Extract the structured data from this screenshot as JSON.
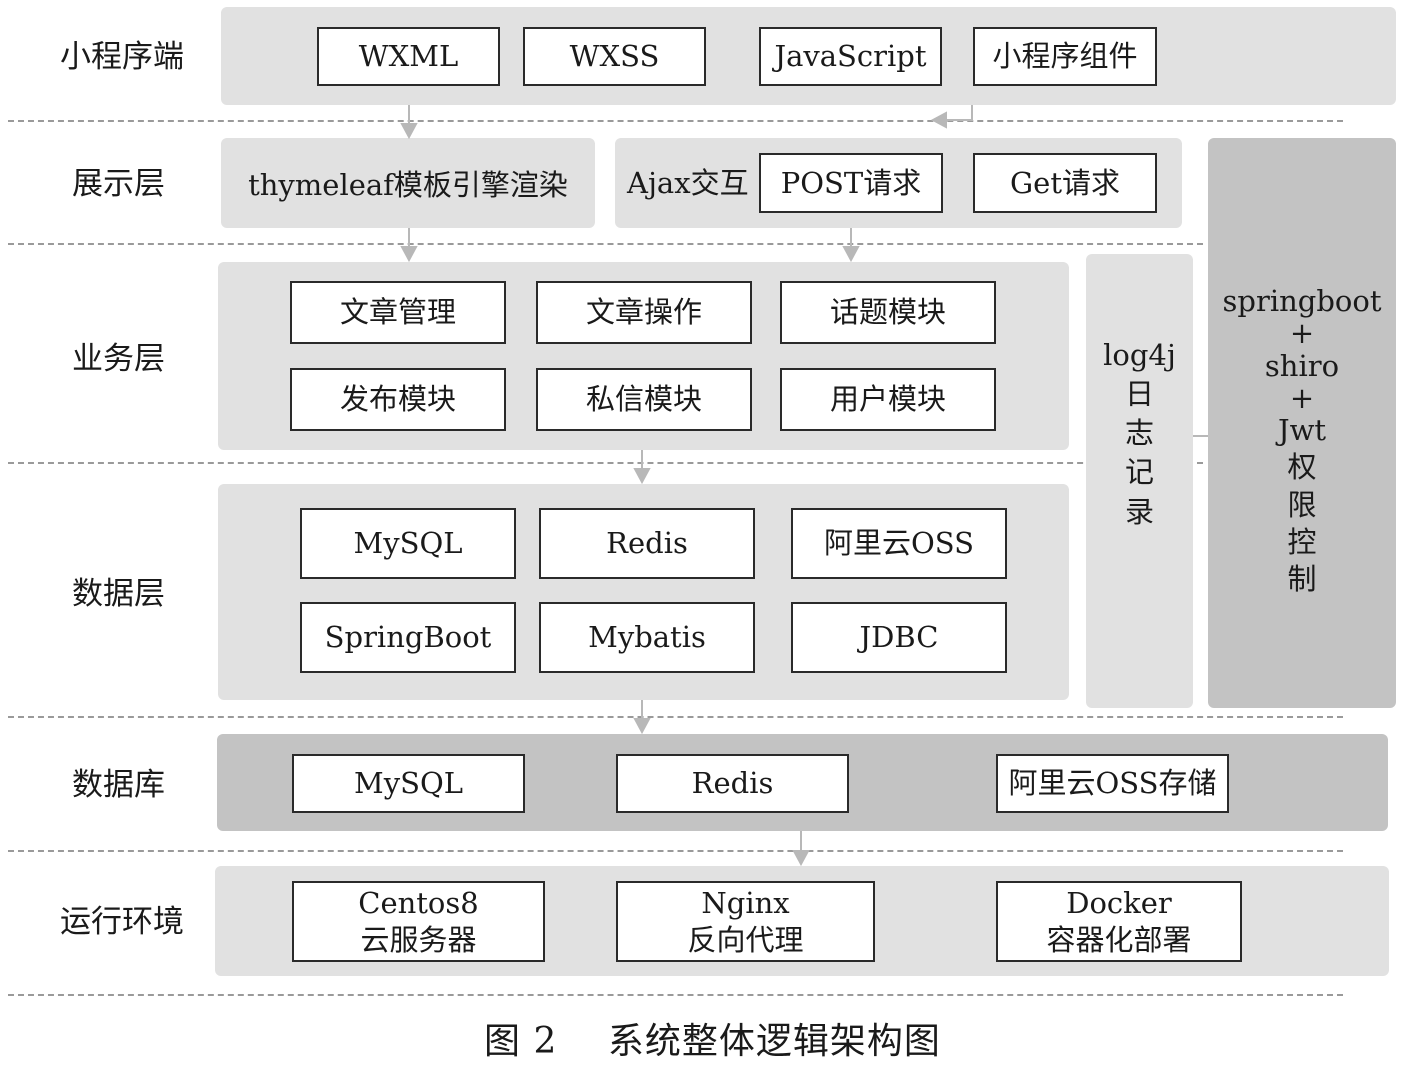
{
  "layers": {
    "mini": {
      "label": "小程序端",
      "items": [
        "WXML",
        "WXSS",
        "JavaScript",
        "小程序组件"
      ]
    },
    "display": {
      "label": "展示层",
      "engine": "thymeleaf模板引擎渲染",
      "ajax": "Ajax交互",
      "post": "POST请求",
      "get": "Get请求"
    },
    "business": {
      "label": "业务层",
      "items": [
        "文章管理",
        "文章操作",
        "话题模块",
        "发布模块",
        "私信模块",
        "用户模块"
      ]
    },
    "data": {
      "label": "数据层",
      "items": [
        "MySQL",
        "Redis",
        "阿里云OSS",
        "SpringBoot",
        "Mybatis",
        "JDBC"
      ]
    },
    "database": {
      "label": "数据库",
      "items": [
        "MySQL",
        "Redis",
        "阿里云OSS存储"
      ]
    },
    "runtime": {
      "label": "运行环境",
      "items": [
        {
          "line1": "Centos8",
          "line2": "云服务器"
        },
        {
          "line1": "Nginx",
          "line2": "反向代理"
        },
        {
          "line1": "Docker",
          "line2": "容器化部署"
        }
      ]
    }
  },
  "side_panels": {
    "log": {
      "line1": "log4j",
      "chars": [
        "日",
        "志",
        "记",
        "录"
      ]
    },
    "auth": {
      "lines": [
        "springboot",
        "+",
        "shiro",
        "+",
        "Jwt"
      ],
      "chars": [
        "权",
        "限",
        "控",
        "制"
      ]
    }
  },
  "caption": {
    "figure": "图 2",
    "title": "系统整体逻辑架构图"
  }
}
